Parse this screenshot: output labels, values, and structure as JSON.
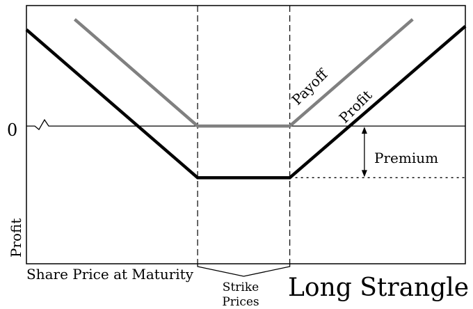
{
  "chart_data": {
    "type": "line",
    "title": "Long Strangle",
    "xlabel": "Share Price at Maturity",
    "ylabel": "Profit",
    "y_tick_zero": "0",
    "strike_label_line1": "Strike",
    "strike_label_line2": "Prices",
    "premium_label": "Premium",
    "grid": false,
    "xlim": [
      0,
      100
    ],
    "ylim": [
      -40,
      35
    ],
    "strikes": [
      39,
      60
    ],
    "premium": 15,
    "series": [
      {
        "name": "Payoff",
        "color": "#808080",
        "x": [
          11,
          39,
          60,
          88
        ],
        "y": [
          31,
          0,
          0,
          31
        ]
      },
      {
        "name": "Profit",
        "color": "#000000",
        "x": [
          0,
          39,
          60,
          100
        ],
        "y": [
          28,
          -15,
          -15,
          29
        ]
      }
    ]
  }
}
